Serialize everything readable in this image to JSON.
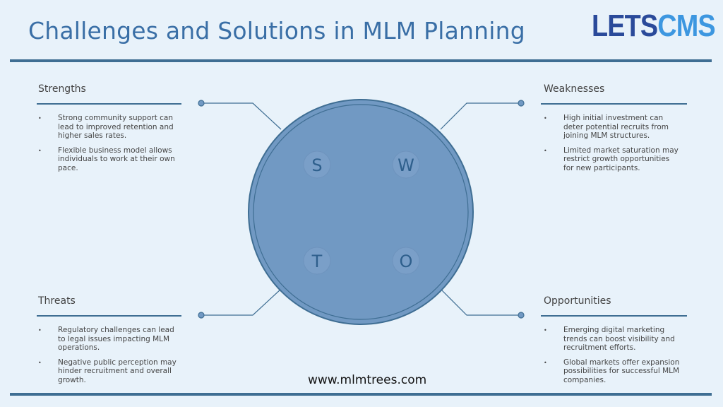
{
  "title": "Challenges and Solutions in MLM Planning",
  "logo": {
    "part1": "LETS",
    "part2": "CMS"
  },
  "quadrants": {
    "strengths": {
      "heading": "Strengths",
      "items": [
        "Strong community support can lead to improved retention and higher sales rates.",
        "Flexible business model allows individuals to work at their own pace."
      ]
    },
    "weaknesses": {
      "heading": "Weaknesses",
      "items": [
        "High initial investment can deter potential recruits from joining MLM structures.",
        "Limited market saturation may restrict growth opportunities for new participants."
      ]
    },
    "threats": {
      "heading": "Threats",
      "items": [
        "Regulatory challenges can lead to legal issues impacting MLM operations.",
        "Negative public perception may hinder recruitment and overall growth."
      ]
    },
    "opportunities": {
      "heading": "Opportunities",
      "items": [
        "Emerging digital marketing trends can boost visibility and recruitment efforts.",
        "Global markets offer expansion possibilities for successful MLM companies."
      ]
    }
  },
  "swot_letters": {
    "s": "S",
    "w": "W",
    "t": "T",
    "o": "O"
  },
  "website": "www.mlmtrees.com",
  "colors": {
    "accent": "#3f6e93",
    "circle_fill": "#7199c3",
    "title": "#3a6fa6",
    "background": "#e8f2fa"
  }
}
